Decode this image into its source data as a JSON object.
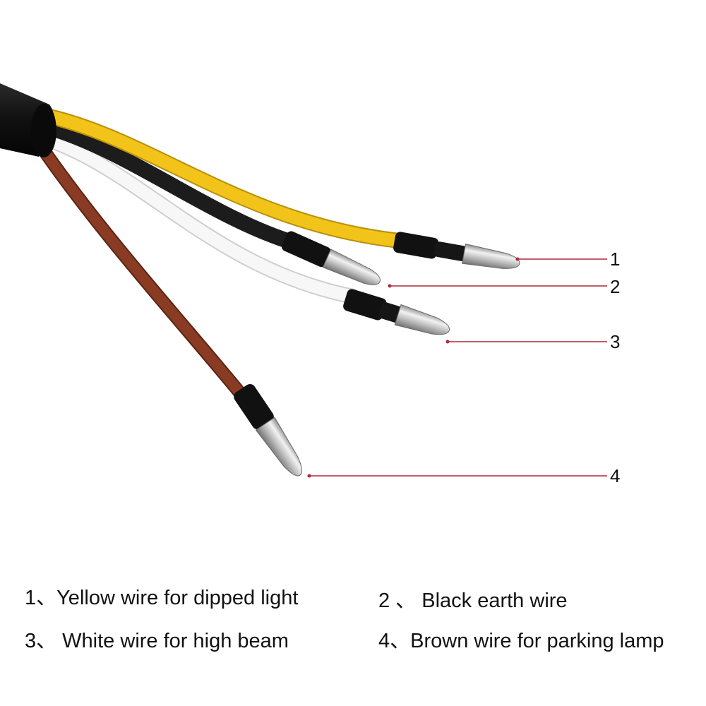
{
  "colors": {
    "background": "#ffffff",
    "cable_sheath": "#141414",
    "yellow_wire": "#f2c41a",
    "black_wire": "#1c1c1c",
    "white_wire": "#f7f7f7",
    "brown_wire": "#8a3b24",
    "heat_shrink": "#111111",
    "connector_metal": "#c9c9c9",
    "leader_line": "#b0283a"
  },
  "callouts": [
    {
      "number": "1",
      "wire": "yellow"
    },
    {
      "number": "2",
      "wire": "black"
    },
    {
      "number": "3",
      "wire": "white"
    },
    {
      "number": "4",
      "wire": "brown"
    }
  ],
  "legend": [
    {
      "text": "1、Yellow wire for dipped light"
    },
    {
      "text": "2 、 Black earth wire"
    },
    {
      "text": "3、 White wire for high beam"
    },
    {
      "text": "4、Brown wire for parking lamp"
    }
  ]
}
